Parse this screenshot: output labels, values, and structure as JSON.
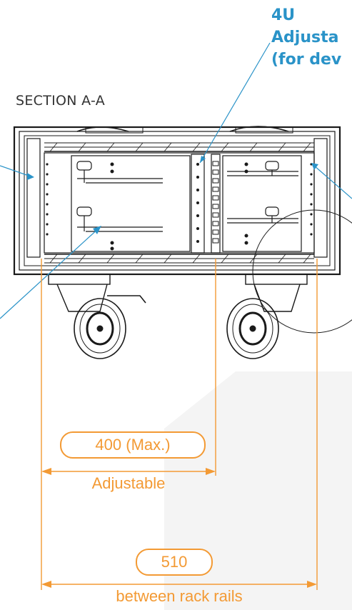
{
  "callout": {
    "line1": "4U",
    "line2": "Adjusta",
    "line3": "(for dev"
  },
  "section_label": "SECTION A-A",
  "dimensions": {
    "depth_value": "400 (Max.)",
    "depth_caption": "Adjustable",
    "rail_value": "510",
    "rail_caption": "between rack rails"
  },
  "colors": {
    "callout": "#2a93c8",
    "dimension": "#f39a34",
    "drawing": "#1a1a1a"
  }
}
